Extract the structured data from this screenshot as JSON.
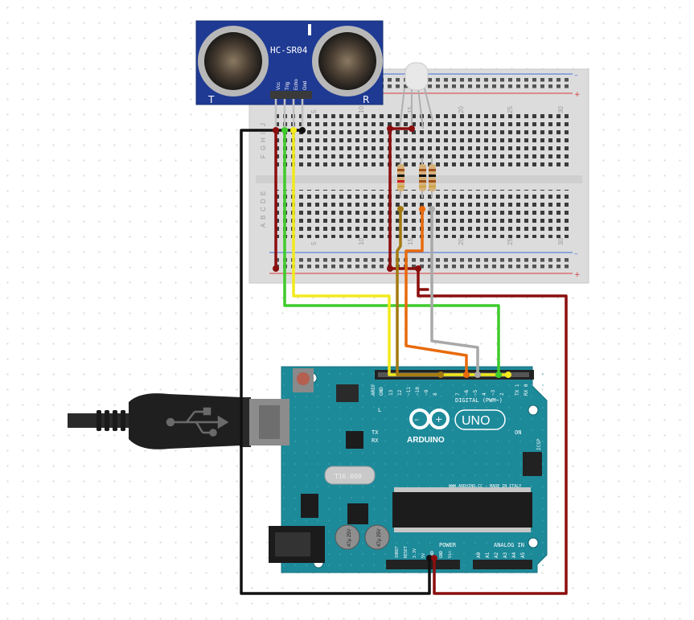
{
  "sensor": {
    "model": "HC-SR04",
    "pins": [
      "Vcc",
      "Trig",
      "Echo",
      "Gnd"
    ],
    "left_mark": "T",
    "right_mark": "R"
  },
  "breadboard": {
    "column_numbers": [
      "5",
      "10",
      "15",
      "20",
      "25",
      "30"
    ],
    "row_letters_top": [
      "J",
      "I",
      "H",
      "G",
      "F"
    ],
    "row_letters_bottom": [
      "E",
      "D",
      "C",
      "B",
      "A"
    ]
  },
  "arduino": {
    "brand": "ARDUINO",
    "model": "UNO",
    "digital_label": "DIGITAL (PWM~)",
    "analog_label": "ANALOG IN",
    "power_label": "POWER",
    "on_label": "ON",
    "tx_label": "TX",
    "rx_label": "RX",
    "l_label": "L",
    "icsp_label": "ICSP",
    "aref_label": "AREF",
    "gnd_label": "GND",
    "site_label": "WWW.ARDUINO.CC - MADE IN ITALY",
    "digital_pins": [
      "13",
      "12",
      "~11",
      "~10",
      "~9",
      "8",
      "7",
      "~6",
      "~5",
      "4",
      "~3",
      "2",
      "TX 1",
      "RX 0"
    ],
    "analog_pins": [
      "A0",
      "A1",
      "A2",
      "A3",
      "A4",
      "A5"
    ],
    "power_pins": [
      "IOREF",
      "RESET",
      "3.3V",
      "5V",
      "GND",
      "GND",
      "Vin"
    ],
    "crystal_label": "T16.000",
    "cap_label_1": "47µ 25V",
    "cap_label_2": "47µ 25V"
  },
  "colors": {
    "board": "#1d8a9a",
    "wire_black": "#111111",
    "wire_red": "#8b0e0e",
    "wire_green": "#3fcb2c",
    "wire_yellow": "#f2ea1c",
    "wire_orange": "#e86a0c",
    "wire_gray": "#a8a8a8",
    "wire_brown": "#a47a10",
    "sensor_blue": "#1f3a93"
  },
  "icons": [
    "usb-icon",
    "arduino-infinity-logo"
  ]
}
